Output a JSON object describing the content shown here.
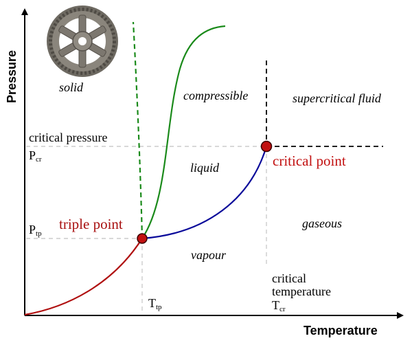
{
  "axes": {
    "x_title": "Temperature",
    "y_title": "Pressure"
  },
  "regions": {
    "solid": "solid",
    "compressible": "compressible",
    "supercritical": "supercritical fluid",
    "liquid": "liquid",
    "gaseous": "gaseous",
    "vapour": "vapour"
  },
  "labels": {
    "critical_pressure": "critical pressure",
    "p_cr_main": "P",
    "p_cr_sub": "cr",
    "p_tp_main": "P",
    "p_tp_sub": "tp",
    "t_tp_main": "T",
    "t_tp_sub": "tp",
    "critical_temperature_line1": "critical",
    "critical_temperature_line2": "temperature",
    "t_cr_main": "T",
    "t_cr_sub": "cr"
  },
  "points": {
    "triple_point": "triple point",
    "critical_point": "critical point"
  },
  "colors": {
    "solid_liquid": "#1a8a1a",
    "liquid_vapour": "#0a0a9a",
    "sublimation": "#b01010",
    "point_fill": "#c21111",
    "point_label": "#c21111",
    "guide": "#cccccc"
  },
  "icons": {
    "gear": "gear-icon"
  }
}
